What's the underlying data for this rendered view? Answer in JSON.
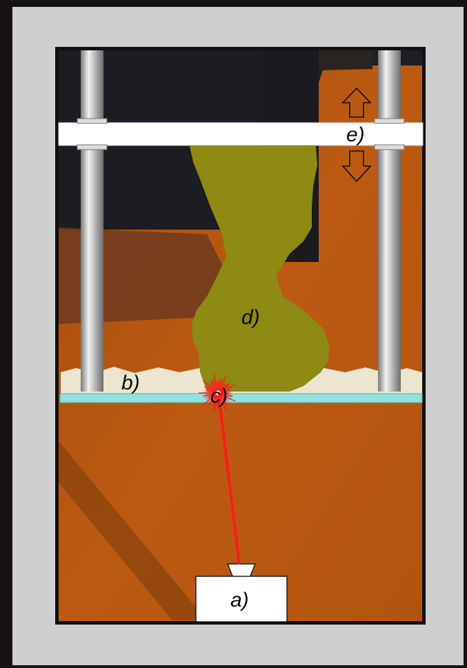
{
  "labels": {
    "a": "a)",
    "b": "b)",
    "c": "c)",
    "d": "d)",
    "e": "e)"
  },
  "colors": {
    "outer_frame": "#cfcfcf",
    "backdrop_orange": "#b8560f",
    "dark_top": "#1e1f24",
    "resin_vat_glass": "#8fe3df",
    "resin_layer": "#ece6d0",
    "printed_part": "#8e8a14",
    "build_platform": "#ffffff",
    "laser_beam": "#ff1a1a",
    "rods": "#a9a9a9"
  },
  "icons": {
    "up": "arrow-up-icon",
    "down": "arrow-down-icon",
    "laser_burst": "laser-burst-icon"
  }
}
